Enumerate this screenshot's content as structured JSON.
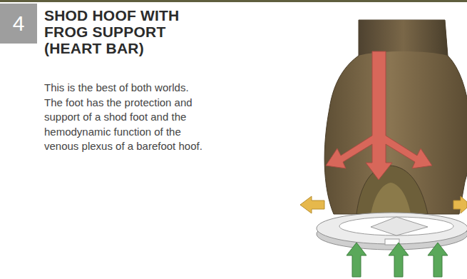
{
  "diagram": {
    "title": "SHOD HOOF WITH FROG SUPPORT (HEART BAR)",
    "nodes": [
      {
        "text": [
          "4"
        ]
      }
    ],
    "labels": [
      "This is the best of both worlds. The foot has the protection and support of a shod foot and the hemodynamic function of the venous plexus of a barefoot hoof."
    ]
  }
}
